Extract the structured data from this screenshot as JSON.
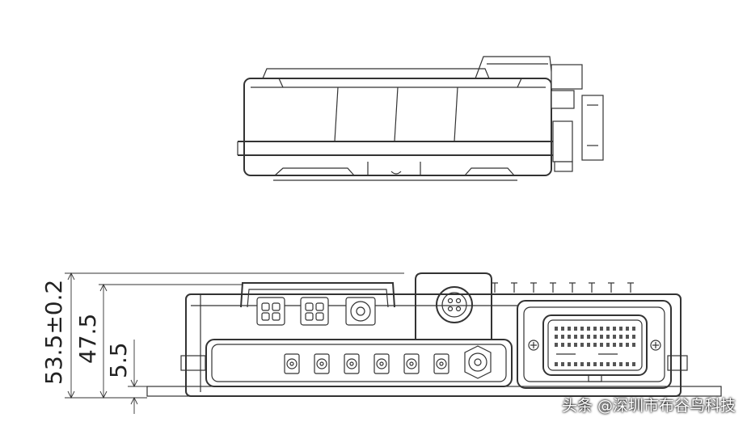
{
  "dimensions": {
    "overall_height": "53.5±0.2",
    "body_height": "47.5",
    "base_height": "5.5"
  },
  "watermark": "头条 @深圳市布谷鸟科技"
}
